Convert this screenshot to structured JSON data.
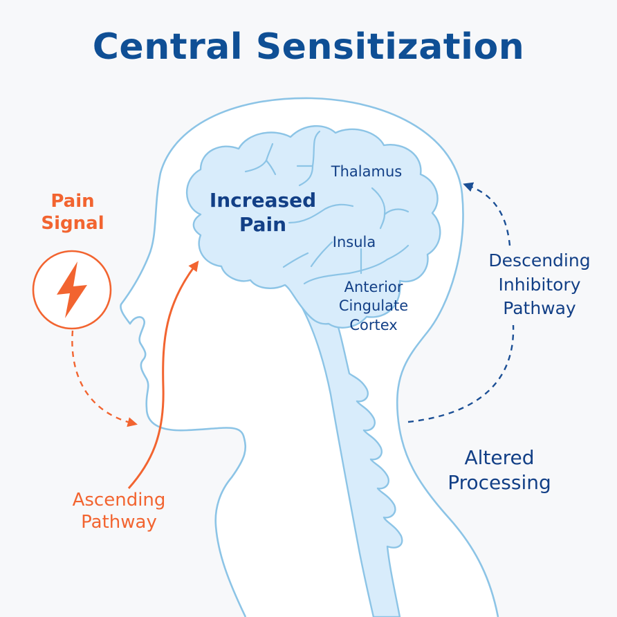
{
  "title": "Central Sensitization",
  "labels": {
    "pain_signal_line1": "Pain",
    "pain_signal_line2": "Signal",
    "ascending_line1": "Ascending",
    "ascending_line2": "Pathway",
    "increased_line1": "Increased",
    "increased_line2": "Pain",
    "thalamus": "Thalamus",
    "insula": "Insula",
    "acc_line1": "Anterior",
    "acc_line2": "Cingulate",
    "acc_line3": "Cortex",
    "descending_line1": "Descending",
    "descending_line2": "Inhibitory",
    "descending_line3": "Pathway",
    "altered_line1": "Altered",
    "altered_line2": "Processing"
  },
  "icons": {
    "pain_signal": "lightning-bolt-icon"
  },
  "colors": {
    "title": "#0f4f95",
    "outline": "#8cc4e6",
    "brain_fill": "#d8ecfb",
    "accent_orange": "#f26430",
    "label_navy": "#123f86",
    "background": "#f7f8fa"
  }
}
